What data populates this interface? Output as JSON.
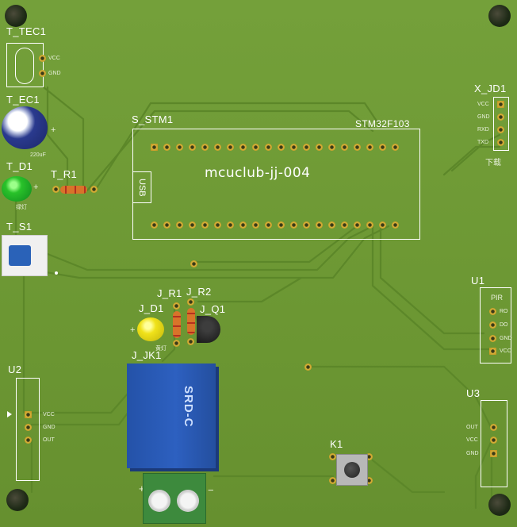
{
  "board": {
    "base_color": "#6f9a33",
    "trace_color": "#5e8a2a",
    "silk_color": "#ffffff",
    "pad_color": "#d8b23a"
  },
  "t_tec1": {
    "ref": "T_TEC1",
    "pin1": "VCC",
    "pin2": "GND"
  },
  "t_ec1": {
    "ref": "T_EC1",
    "plus": "+",
    "value": "220uF"
  },
  "t_d1": {
    "ref": "T_D1",
    "plus": "+",
    "note": "绿灯"
  },
  "t_r1": {
    "ref": "T_R1"
  },
  "t_s1": {
    "ref": "T_S1"
  },
  "s_stm1": {
    "ref": "S_STM1",
    "part": "STM32F103",
    "title": "mcuclub-jj-004",
    "usb": "USB"
  },
  "x_jd1": {
    "ref": "X_JD1",
    "pins": [
      "VCC",
      "GND",
      "RXD",
      "TXD"
    ],
    "caption": "下载"
  },
  "u1": {
    "ref": "U1",
    "title": "PIR",
    "pins": [
      "RO",
      "DO",
      "GND",
      "VCC"
    ]
  },
  "j_r1": {
    "ref": "J_R1"
  },
  "j_r2": {
    "ref": "J_R2"
  },
  "j_d1": {
    "ref": "J_D1",
    "plus": "+",
    "note": "黄灯"
  },
  "j_q1": {
    "ref": "J_Q1"
  },
  "j_jk1": {
    "ref": "J_JK1",
    "model": "SRD-C"
  },
  "terminal": {
    "plus": "+",
    "minus": "−"
  },
  "u2": {
    "ref": "U2",
    "pins": [
      "VCC",
      "GND",
      "OUT"
    ]
  },
  "u3": {
    "ref": "U3",
    "pins": [
      "OUT",
      "VCC",
      "GND"
    ]
  },
  "k1": {
    "ref": "K1"
  }
}
